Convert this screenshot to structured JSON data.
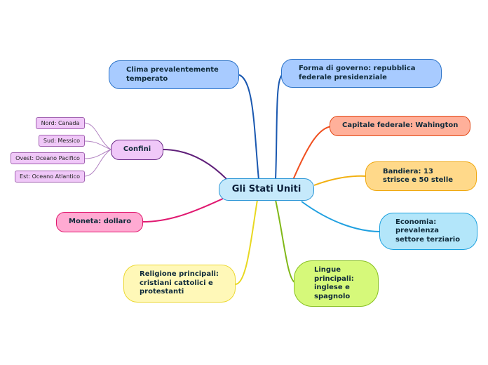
{
  "colors": {
    "clima": "#a8cbff",
    "forma": "#a8cbff",
    "capitale": "#ffb09a",
    "bandiera": "#ffd98a",
    "economia": "#b3e6fa",
    "lingue": "#d6f97a",
    "religione": "#fff8b8",
    "moneta": "#ffaad2",
    "confini": "#f0c8f8",
    "central": "#c5e9fb"
  },
  "central": {
    "label": "Gli Stati Uniti"
  },
  "branches": {
    "clima": {
      "label": "Clima prevalentemente temperato",
      "lines": [
        "Clima prevalentemente",
        "temperato"
      ]
    },
    "forma": {
      "label": "Forma di governo: repubblica federale presidenziale",
      "lines": [
        "Forma di governo: repubblica",
        "federale presidenziale"
      ]
    },
    "capitale": {
      "label": "Capitale federale: Wahington",
      "lines": [
        "Capitale federale: Wahington"
      ]
    },
    "bandiera": {
      "label": "Bandiera: 13 strisce e 50 stelle",
      "lines": [
        "Bandiera: 13",
        "strisce e 50 stelle"
      ]
    },
    "economia": {
      "label": "Economia: prevalenza settore terziario",
      "lines": [
        "Economia:",
        "prevalenza",
        "settore terziario"
      ]
    },
    "lingue": {
      "label": "Lingue principali: inglese e spagnolo",
      "lines": [
        "Lingue",
        "principali:",
        "inglese e",
        "spagnolo"
      ]
    },
    "religione": {
      "label": "Religione principali: cristiani cattolici e protestanti",
      "lines": [
        "Religione principali:",
        "cristiani cattolici e",
        "protestanti"
      ]
    },
    "moneta": {
      "label": "Moneta: dollaro",
      "lines": [
        "Moneta: dollaro"
      ]
    },
    "confini": {
      "label": "Confini",
      "lines": [
        "Confini"
      ]
    }
  },
  "confini_children": [
    "Nord: Canada",
    "Sud: Messico",
    "Ovest: Oceano Pacifico",
    "Est: Oceano Atlantico"
  ]
}
